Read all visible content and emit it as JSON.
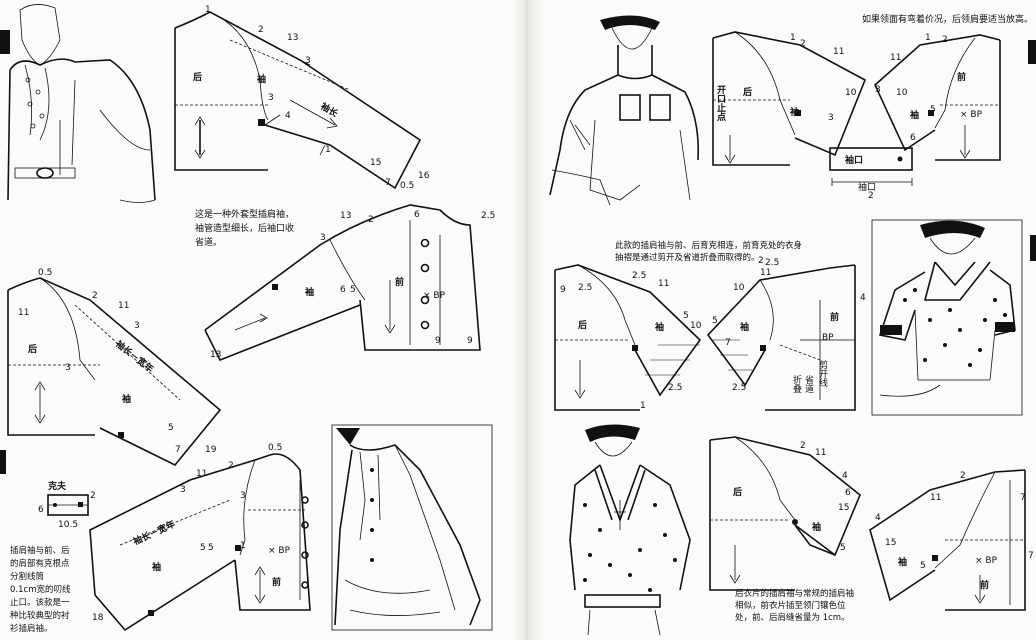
{
  "left": {
    "d1": {
      "back": "后",
      "sleeve": "袖",
      "length": "袖长",
      "nums": {
        "a": "1",
        "b": "2",
        "c": "13",
        "d": "3",
        "e": "3",
        "f": "4",
        "g": "1",
        "h": "15",
        "i": "7",
        "j": "0.5",
        "k": "16"
      }
    },
    "caption1": "这是一种外套型插肩袖，袖管造型细长，后袖口收省道。",
    "d2": {
      "sleeve": "袖",
      "front": "前",
      "bp": "× BP",
      "nums": {
        "a": "13",
        "b": "2",
        "c": "3",
        "d": "6",
        "e": "2.5",
        "f": "13",
        "g": "6",
        "h": "5",
        "i": "9",
        "j": "9"
      }
    },
    "d3": {
      "back": "后",
      "sleeve": "袖",
      "length": "袖长－宽年",
      "nums": {
        "a": "0.5",
        "b": "11",
        "c": "2",
        "d": "11",
        "e": "3",
        "f": "3",
        "g": "5",
        "h": "7"
      }
    },
    "cuff": {
      "title": "克夫",
      "n1": "2",
      "n2": "6",
      "n3": "10.5"
    },
    "d4": {
      "sleeve": "袖",
      "front": "前",
      "bp": "× BP",
      "length": "袖长－宽年",
      "nums": {
        "a": "19",
        "b": "0.5",
        "c": "2",
        "d": "11",
        "e": "3",
        "f": "3",
        "g": "5",
        "h": "5",
        "i": "1",
        "j": "18"
      }
    },
    "caption2": "插肩袖与前、后的肩部有克根点分割线筒 0.1cm宽的叨线止口。该款是一种比较典型的衬衫插肩袖。"
  },
  "right": {
    "caption_top": "如果领面有弯着价况，后领肩要适当放高。",
    "d5": {
      "back": "后",
      "sleeve": "袖",
      "front": "前",
      "bp": "× BP",
      "open": "开口止点",
      "nums": {
        "a": "1",
        "b": "2",
        "c": "11",
        "d": "10",
        "e": "3",
        "f": "1",
        "g": "2",
        "h": "11",
        "i": "10",
        "j": "5",
        "k": "3",
        "l": "6"
      }
    },
    "cuff": {
      "title": "袖口",
      "label": "袖口",
      "half": "2"
    },
    "caption_mid": "此款的插肩袖与前、后育克相连，前育克处的衣身抽褶是通过剪开及省道折叠而取得的。",
    "d6": {
      "back": "后",
      "sleeve": "袖",
      "front": "前",
      "bp": "BP",
      "fold": "折叠",
      "cut": "剪开线",
      "dart": "省道",
      "nums": {
        "a": "9",
        "b": "2.5",
        "c": "11",
        "d": "2.5",
        "e": "5",
        "f": "10",
        "g": "11",
        "h": "10",
        "i": "2",
        "j": "5",
        "k": "4",
        "l": "1",
        "m": "2.5",
        "n": "7",
        "o": "2.5",
        "p": "2.5"
      }
    },
    "d7": {
      "back": "后",
      "sleeve": "袖",
      "front": "前",
      "bp": "× BP",
      "nums": {
        "a": "2",
        "b": "11",
        "c": "4",
        "d": "6",
        "e": "15",
        "f": "5",
        "g": "4",
        "h": "2",
        "i": "11",
        "j": "15",
        "k": "5",
        "l": "7",
        "m": "7"
      }
    },
    "caption_bottom": "后衣片的插肩袖与常规的插肩袖相似，前衣片插至领门镶色位处，前、后肩缝省量为 1cm。"
  }
}
